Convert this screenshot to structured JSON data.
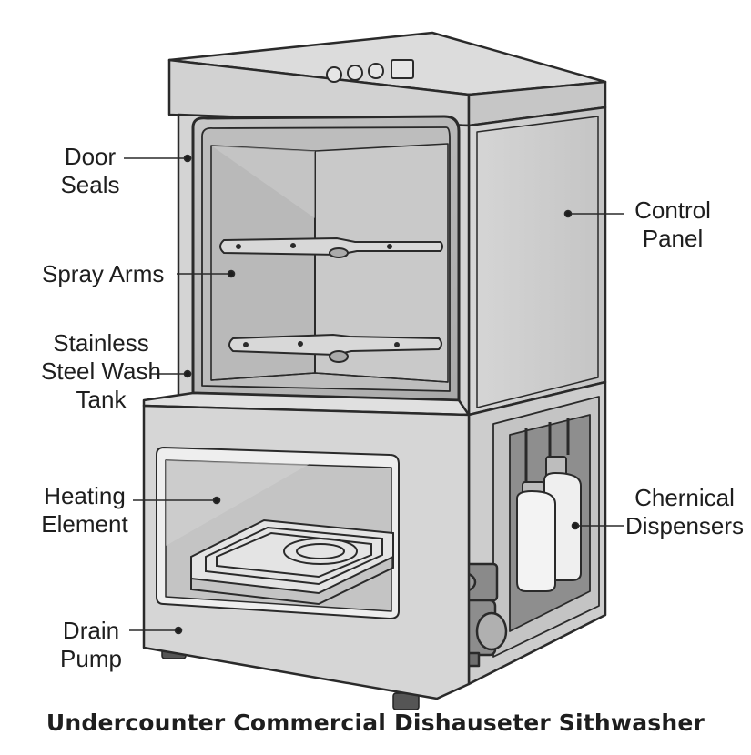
{
  "title": "Undercounter Commercial Dishauseter Sithwasher",
  "labels": {
    "door_seals": [
      "Door",
      "Seals"
    ],
    "spray_arms": [
      "Spray Arms"
    ],
    "wash_tank": [
      "Stainless",
      "Steel Wash",
      "Tank"
    ],
    "heating_element": [
      "Heating",
      "Element"
    ],
    "drain_pump": [
      "Drain",
      "Pump"
    ],
    "control_panel": [
      "Control",
      "Panel"
    ],
    "chemical_dispensers": [
      "Chernical",
      "Dispensers"
    ]
  },
  "colors": {
    "outline": "#2a2a2a",
    "body": "#d9d9d9",
    "panel": "#cfcfcf",
    "interior": "#b4b4b4",
    "text": "#1e1e1e"
  }
}
